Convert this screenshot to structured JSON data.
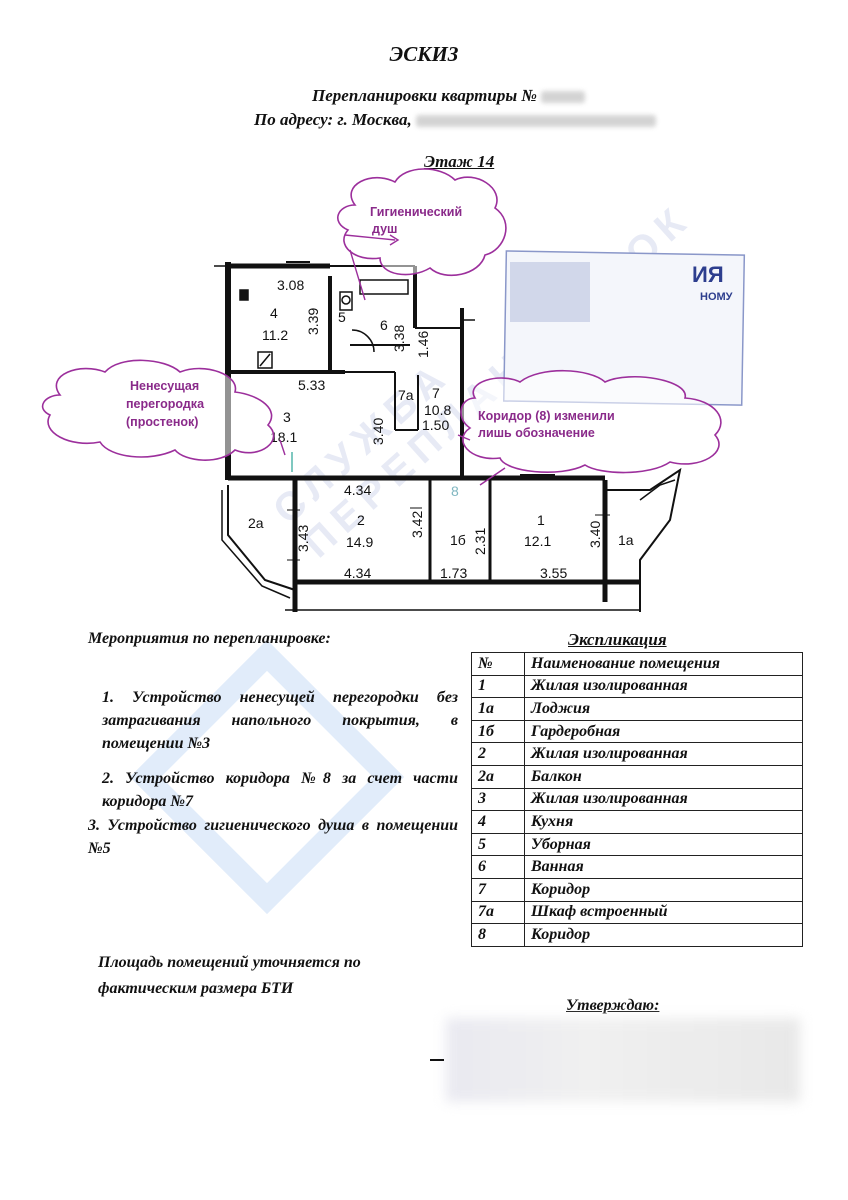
{
  "header": {
    "title": "ЭСКИЗ",
    "line1_prefix": "Перепланировки квартиры №",
    "line2_prefix": "По адресу: г. Москва,",
    "floor": "Этаж 14"
  },
  "annotations": {
    "hygiene_shower": [
      "Гигиенический",
      "душ"
    ],
    "partition": [
      "Ненесущая",
      "перегородка",
      "(простенок)"
    ],
    "corridor_note": [
      "Коридор (8) изменили",
      "лишь обозначение"
    ]
  },
  "stamp_text": [
    "ИЯ",
    "НОМУ"
  ],
  "watermark": [
    "СЛУЖБА",
    "ПЕРЕПЛАНИРОВОК"
  ],
  "plan_labels": {
    "d_308": "3.08",
    "r4": "4",
    "a112": "11.2",
    "d_339": "3.39",
    "r5": "5",
    "r6": "6",
    "d_338": "3.38",
    "d_146": "1.46",
    "d_533": "5.33",
    "r7a": "7а",
    "r7": "7",
    "a108": "10.8",
    "r3": "3",
    "a181": "18.1",
    "d_340a": "3.40",
    "d_150": "1.50",
    "d_434a": "4.34",
    "r8": "8",
    "r2a": "2а",
    "d_343": "3.43",
    "r2": "2",
    "a149": "14.9",
    "d_342": "3.42",
    "r16": "1б",
    "d_231": "2.31",
    "r1": "1",
    "a121": "12.1",
    "d_340b": "3.40",
    "r1a": "1а",
    "d_434b": "4.34",
    "d_173": "1.73",
    "d_355": "3.55"
  },
  "measures": {
    "title": "Мероприятия по перепланировке:",
    "items": [
      "1. Устройство ненесущей перегородки без затрагивания напольного покрытия, в помещении №3",
      "2. Устройство коридора №8 за счет части коридора №7",
      "3. Устройство гигиенического душа в помещении №5"
    ]
  },
  "explication": {
    "title": "Экспликация",
    "header": [
      "№",
      "Наименование помещения"
    ],
    "rows": [
      [
        "1",
        "Жилая изолированная"
      ],
      [
        "1а",
        "Лоджия"
      ],
      [
        "1б",
        "Гардеробная"
      ],
      [
        "2",
        "Жилая изолированная"
      ],
      [
        "2а",
        "Балкон"
      ],
      [
        "3",
        "Жилая изолированная"
      ],
      [
        "4",
        "Кухня"
      ],
      [
        "5",
        "Уборная"
      ],
      [
        "6",
        "Ванная"
      ],
      [
        "7",
        "Коридор"
      ],
      [
        "7а",
        "Шкаф встроенный"
      ],
      [
        "8",
        "Коридор"
      ]
    ]
  },
  "note": [
    "Площадь помещений уточняется по",
    "фактическим размера БТИ"
  ],
  "approve": "Утверждаю:"
}
